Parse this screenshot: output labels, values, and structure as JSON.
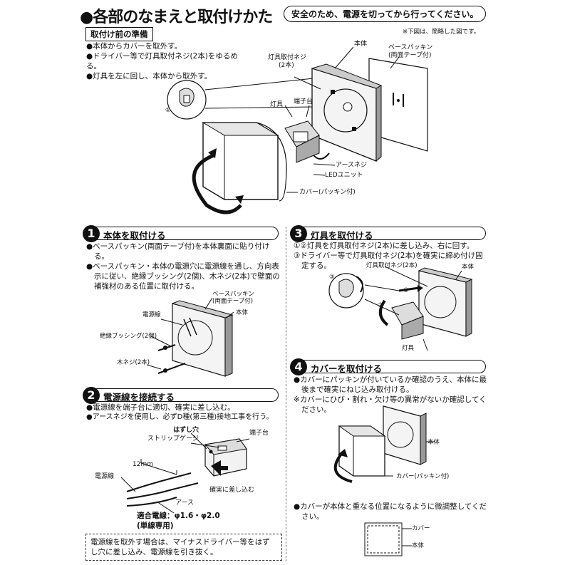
{
  "header": {
    "title": "●各部のなまえと取付けかた",
    "safety": "安全のため、電源を切ってから行ってください。",
    "simplified_note": "※下図は、簡略した図です。"
  },
  "prep": {
    "label": "取付け前の準備",
    "items": [
      "●本体からカバーを取外す。",
      "●ドライバー等で灯具取付ネジ(2本)をゆるめる。",
      "●灯具を左に回し、本体から取外す。"
    ]
  },
  "top_diagram": {
    "honntai": "本体",
    "packing": "ベースパッキン",
    "packing_sub": "(両面テープ付)",
    "screw": "灯具取付ネジ",
    "screw_count": "(2本)",
    "lamp": "灯具",
    "terminal": "端子台",
    "earth_screw": "アースネジ",
    "led_unit": "LEDユニット",
    "cover": "カバー(パッキン付)",
    "step_mark": "①"
  },
  "step1": {
    "num": "1",
    "title": "本体を取付ける",
    "items": [
      "●ベースパッキン(両面テープ付)を本体裏面に貼り付ける。",
      "●ベースパッキン・本体の電源穴に電源線を通し、方向表示に従い、絶縁ブッシング(2個)、木ネジ(2本)で壁面の補強材のある位置に取付ける。"
    ],
    "diagram": {
      "packing": "ベースパッキン",
      "packing_sub": "(両面テープ付)",
      "honntai": "本体",
      "power_wire": "電源線",
      "bushing": "絶縁ブッシング(2個)",
      "wood_screw": "木ネジ(2本)"
    }
  },
  "step2": {
    "num": "2",
    "title": "電源線を接続する",
    "items": [
      "●電源線を端子台に適切、確実に差し込む。",
      "●アースネジを使用し、必ずD種(第三種)接地工事を行う。"
    ],
    "diagram": {
      "release_hole": "はずし穴",
      "strip_gauge": "ストリップゲージ",
      "terminal": "端子台",
      "length": "12mm",
      "power_wire": "電源線",
      "insert": "確実に差し込む",
      "earth": "アース",
      "wire_spec_label": "適合電線：",
      "wire_spec_value": "φ1.6・φ2.0",
      "wire_spec_type": "(単線専用)"
    },
    "note": "電源線を取外す場合は、マイナスドライバー等をはずし穴に差し込み、電源線を引き抜く。"
  },
  "step3": {
    "num": "3",
    "title": "灯具を取付ける",
    "items": [
      "①②灯具を灯具取付ネジ(2本)に差し込み、右に回す。",
      "③ドライバー等で灯具取付ネジ(2本)を確実に締め付け固定する。"
    ],
    "diagram": {
      "screw": "灯具取付ネジ(2本)",
      "honntai": "本体",
      "lamp": "灯具",
      "m1": "①",
      "m2": "②",
      "m3": "③"
    }
  },
  "step4": {
    "num": "4",
    "title": "カバーを取付ける",
    "items": [
      "●カバーにパッキンが付いているか確認のうえ、本体に最後まで確実にねじ込み取付ける。",
      "※カバーにひび・割れ・欠け等の異常がないか確認してください。"
    ],
    "diagram": {
      "honntai": "本体",
      "cover": "カバー(パッキン付)"
    },
    "adjust": "●カバーが本体と重なる位置になるように微調整してください。",
    "adjust_diagram": {
      "cover": "カバー",
      "honntai": "本体"
    }
  }
}
